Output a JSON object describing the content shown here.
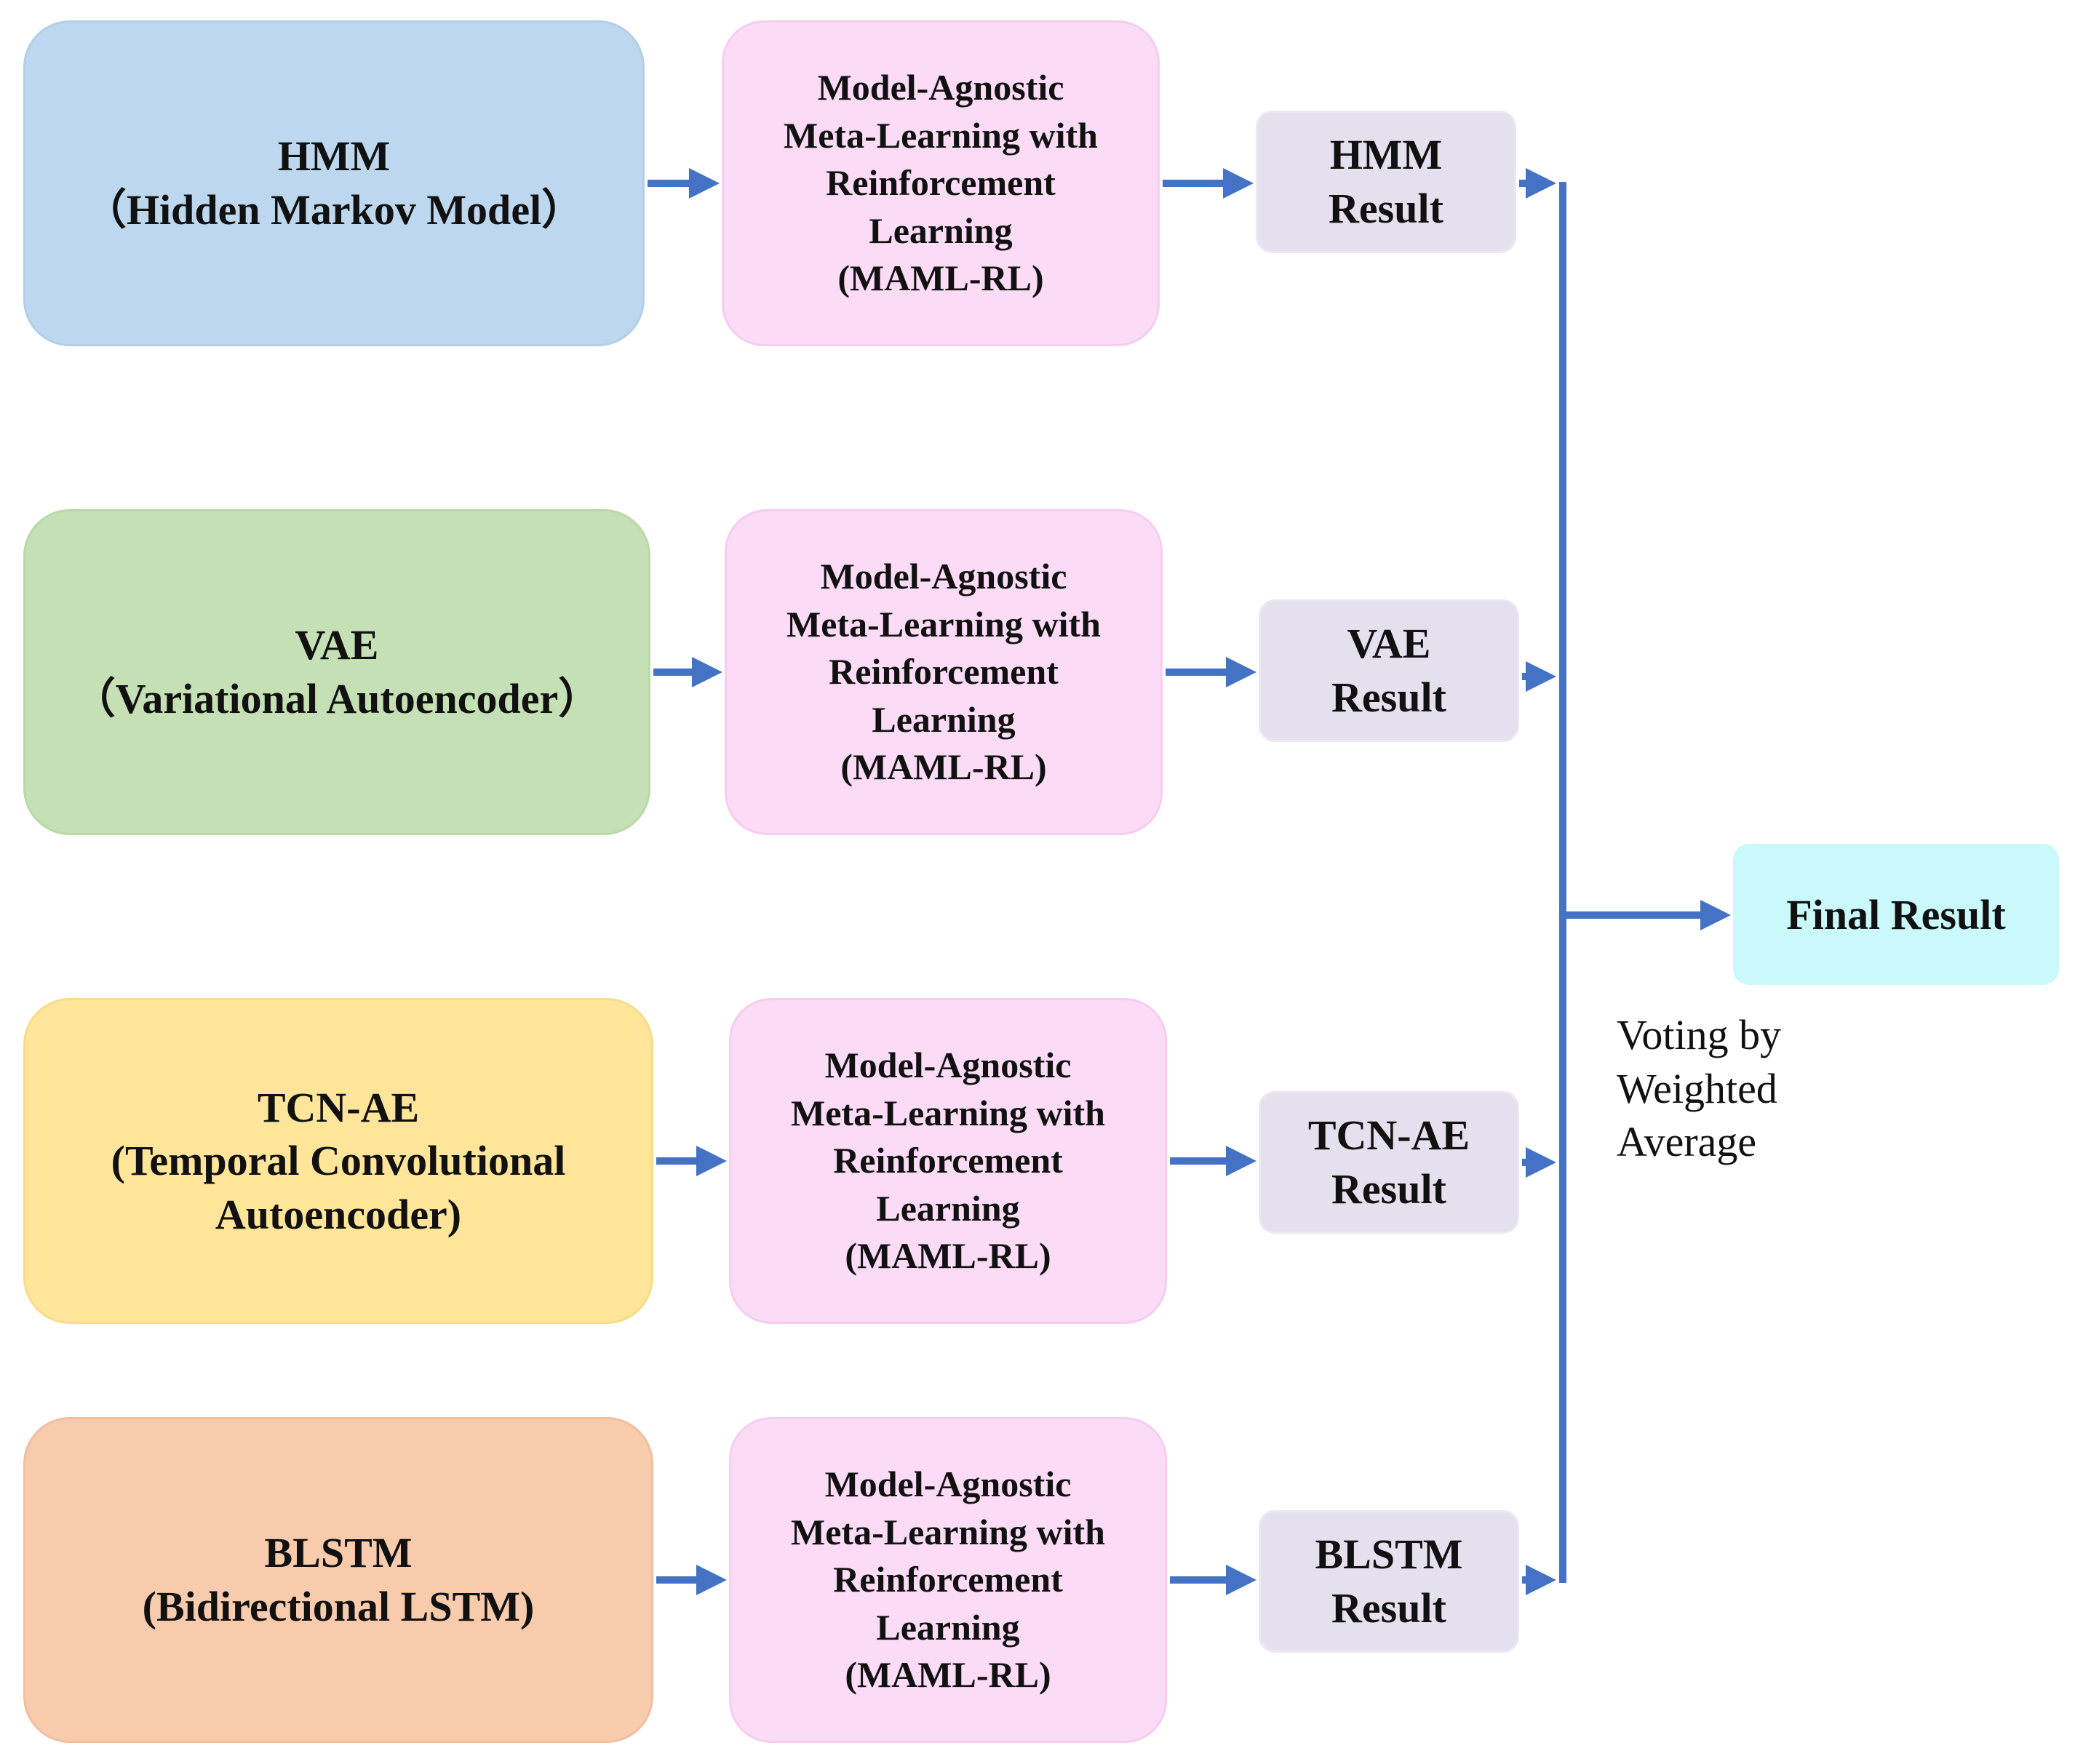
{
  "models": [
    {
      "label": "HMM\n（Hidden Markov Model）",
      "color": "#bdd7ee"
    },
    {
      "label": "VAE\n（Variational Autoencoder）",
      "color": "#c5e0b4"
    },
    {
      "label": "TCN-AE\n(Temporal Convolutional\nAutoencoder)",
      "color": "#fee599"
    },
    {
      "label": "BLSTM\n(Bidirectional LSTM)",
      "color": "#f8cbad"
    }
  ],
  "maml": [
    {
      "label": "Model-Agnostic\nMeta-Learning with\nReinforcement\nLearning\n(MAML-RL)"
    },
    {
      "label": "Model-Agnostic\nMeta-Learning with\nReinforcement\nLearning\n(MAML-RL)"
    },
    {
      "label": "Model-Agnostic\nMeta-Learning with\nReinforcement\nLearning\n(MAML-RL)"
    },
    {
      "label": "Model-Agnostic\nMeta-Learning with\nReinforcement\nLearning\n(MAML-RL)"
    }
  ],
  "results": [
    {
      "label": "HMM\nResult"
    },
    {
      "label": "VAE\nResult"
    },
    {
      "label": "TCN-AE\nResult"
    },
    {
      "label": "BLSTM\nResult"
    }
  ],
  "final": {
    "label": "Final Result",
    "color": "#c9f9fb"
  },
  "voting_label": "Voting by\nWeighted\nAverage",
  "colors": {
    "arrow": "#4472c4",
    "maml": "#fbdbf6",
    "result": "#e6e0ee"
  }
}
